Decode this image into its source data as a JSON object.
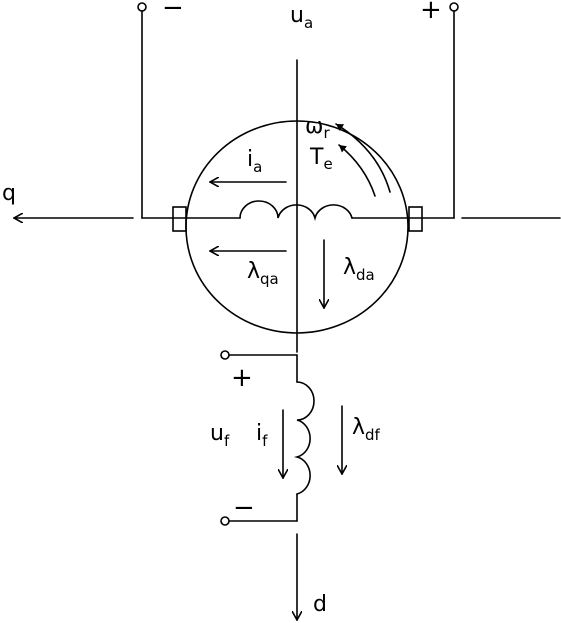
{
  "colors": {
    "stroke": "#000000",
    "background": "#ffffff"
  },
  "labels": {
    "armature_voltage": {
      "base": "u",
      "sub": "a"
    },
    "armature_minus": "−",
    "armature_plus": "+",
    "rotor_speed": {
      "base": "ω",
      "sub": "r"
    },
    "torque": {
      "base": "T",
      "sub": "e"
    },
    "armature_current": {
      "base": "i",
      "sub": "a"
    },
    "q_flux": {
      "base": "λ",
      "sub": "qa"
    },
    "d_flux": {
      "base": "λ",
      "sub": "da"
    },
    "q_axis": "q",
    "d_axis": "d",
    "field_plus": "+",
    "field_minus": "−",
    "field_voltage": {
      "base": "u",
      "sub": "f"
    },
    "field_current": {
      "base": "i",
      "sub": "f"
    },
    "field_flux": {
      "base": "λ",
      "sub": "df"
    }
  }
}
